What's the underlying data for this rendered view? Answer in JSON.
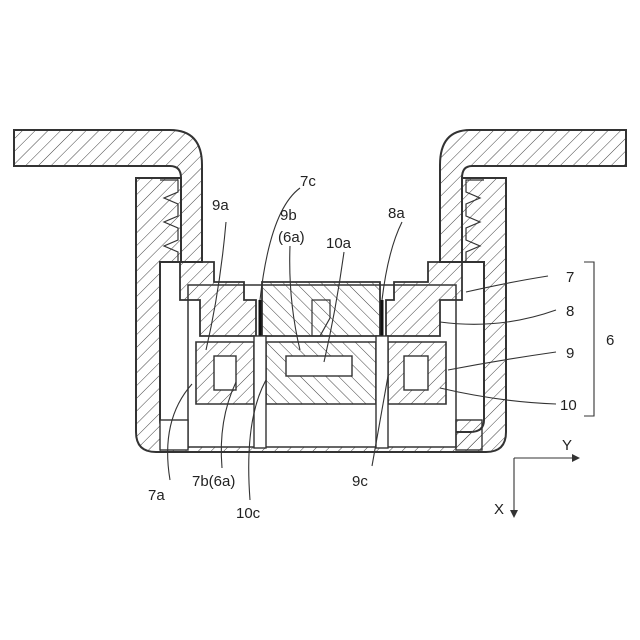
{
  "labels": {
    "l7": "7",
    "l8": "8",
    "l9": "9",
    "l10": "10",
    "l6": "6",
    "l7a": "7a",
    "l7b": "7b(6a)",
    "l7c": "7c",
    "l8a": "8a",
    "l9a": "9a",
    "l9b": "9b",
    "l9b_sub": "(6a)",
    "l9c": "9c",
    "l10a": "10a",
    "l10c": "10c"
  },
  "axes": {
    "y": "Y",
    "x": "X"
  }
}
